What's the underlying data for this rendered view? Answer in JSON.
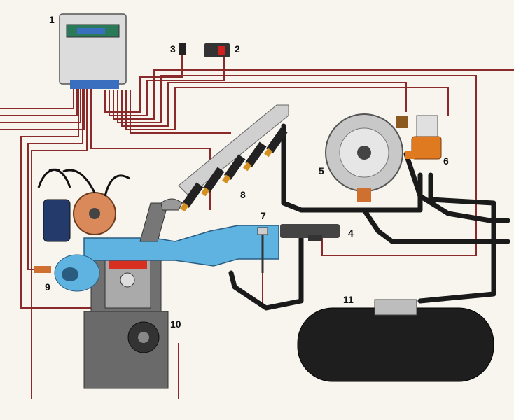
{
  "labels": {
    "ecu": "1",
    "switch": "2",
    "relay": "3",
    "map_sensor": "4",
    "reducer": "5",
    "solenoid_valve": "6",
    "throttle_sensor": "7",
    "injectors": "8",
    "ignition_sensor": "9",
    "crank_sensor": "10",
    "tank": "11"
  },
  "colors": {
    "wire": "#8b2a2a",
    "hose": "#1a1a1a",
    "intake": "#5fb3e0",
    "cylinder": "#707070",
    "reducer": "#c8c8c8",
    "valve": "#e07a20",
    "injector": "#d49020",
    "ecu": "#dcdcdc",
    "background": "#f7f5ee"
  }
}
